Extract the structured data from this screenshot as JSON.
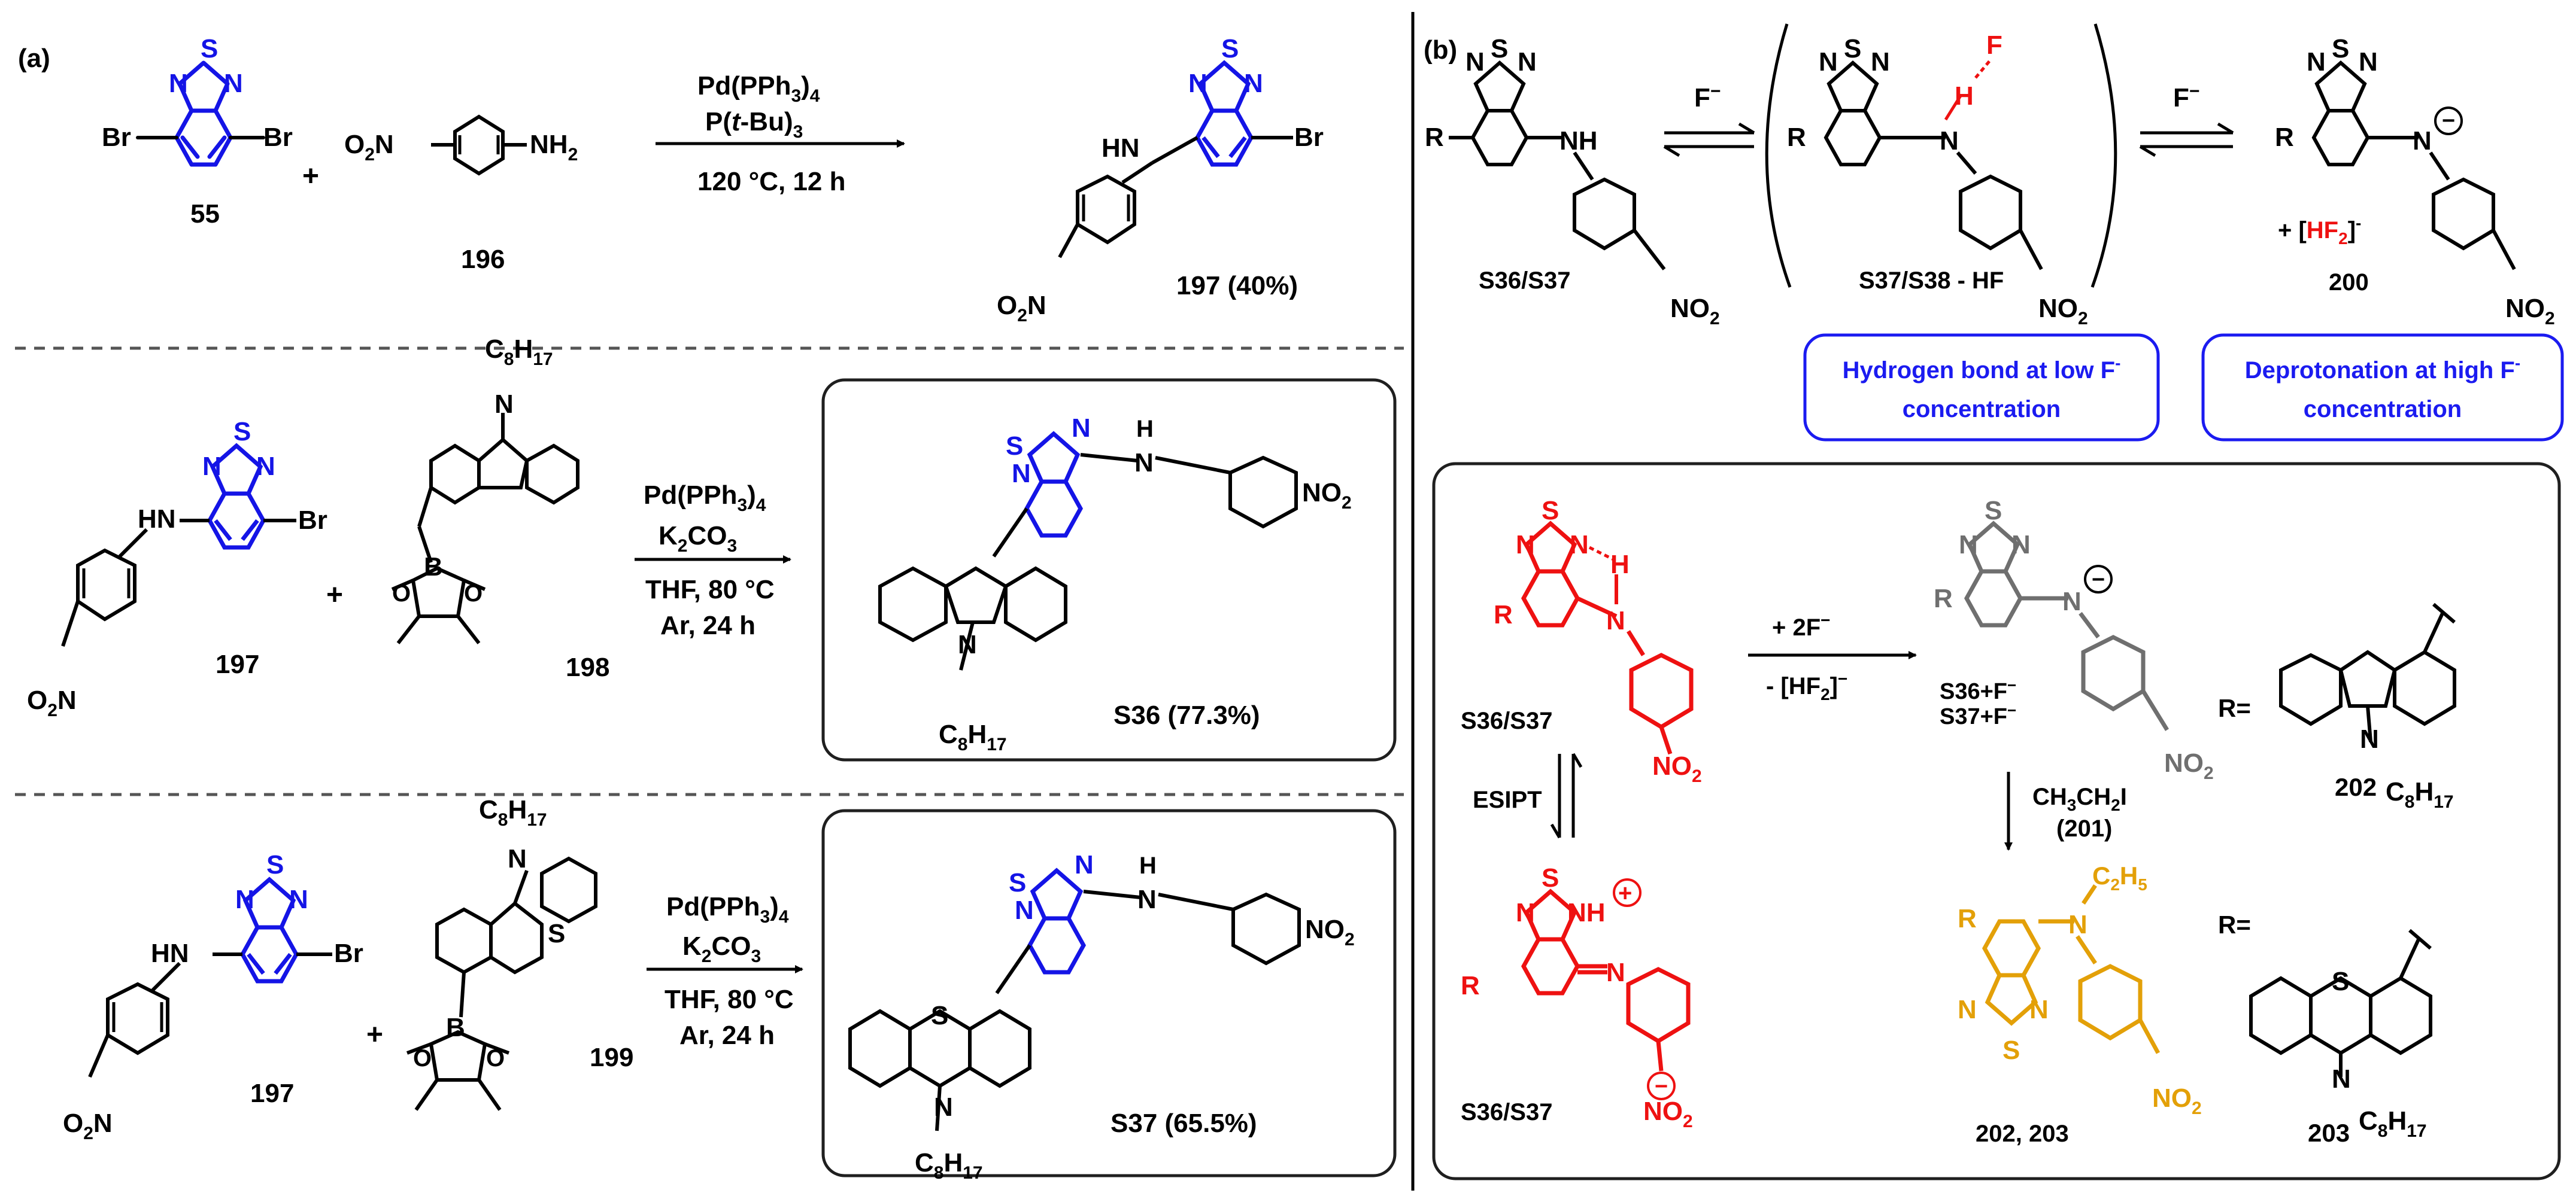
{
  "colors": {
    "black": "#000000",
    "blue": "#1414e6",
    "red": "#ee1111",
    "gray": "#6f6f6f",
    "gold": "#e3a008",
    "panel_border": "#1f1f1f",
    "callout_blue": "#1b1bf0"
  },
  "panel_a": {
    "label": "(a)",
    "reaction1": {
      "reagent_top_1": "Pd(PPh",
      "reagent_top_1_sub": "3",
      "reagent_top_1_tail": ")",
      "reagent_top_1_sub2": "4",
      "reagent_top_2_pre": "P(",
      "reagent_top_2_it": "t",
      "reagent_top_2_post": "-Bu)",
      "reagent_top_2_sub": "3",
      "conditions": "120 °C, 12 h",
      "plus": "+",
      "br": "Br",
      "no2_o": "O",
      "no2_sub": "2",
      "no2_n": "N",
      "nh": "NH",
      "nh_sub": "2",
      "hn": "HN",
      "N": "N",
      "S": "S",
      "c55": "55",
      "c196": "196",
      "c197": "197 (40%)"
    },
    "reaction2": {
      "reagent_1": "Pd(PPh",
      "reagent_1_sub": "3",
      "reagent_1_tail": ")",
      "reagent_1_sub2": "4",
      "reagent_2": "K",
      "reagent_2_sub": "2",
      "reagent_2_tail": "CO",
      "reagent_2_sub2": "3",
      "reagent_3": "THF, 80 °C",
      "reagent_4": "Ar, 24 h",
      "c197": "197",
      "c198": "198",
      "product": "S36 (77.3%)",
      "c8h17_c": "C",
      "c8h17_8": "8",
      "c8h17_h": "H",
      "c8h17_17": "17",
      "B": "B",
      "O": "O",
      "H": "H",
      "no2": "NO",
      "no2_sub": "2"
    },
    "reaction3": {
      "c197": "197",
      "c199": "199",
      "product": "S37 (65.5%)",
      "S": "S"
    }
  },
  "panel_b": {
    "label": "(b)",
    "top": {
      "fluoride": "F",
      "fluoride_sup": "−",
      "R": "R",
      "F_red": "F",
      "H_red": "H",
      "s36s37": "S36/S37",
      "s37s38": "S37/S38 - HF",
      "hf2_plus": "+ [",
      "hf2_h": "HF",
      "hf2_sub": "2",
      "hf2_close": "]",
      "hf2_sup": "-",
      "c200": "200",
      "callout1_line1": "Hydrogen bond at low F",
      "callout1_line1_sup": "-",
      "callout1_line2": "concentration",
      "callout2_line1": "Deprotonation at high F",
      "callout2_line1_sup": "-",
      "callout2_line2": "concentration"
    },
    "bottom": {
      "step1_top": "+ 2F",
      "step1_top_sup": "−",
      "step1_bottom": "- [HF",
      "step1_bottom_sub": "2",
      "step1_bottom_tail": "]",
      "step1_bottom_sup": "−",
      "s36f": "S36+F",
      "s37f": "S37+F",
      "s_sup": "−",
      "R_eq": "R=",
      "c202": "202",
      "c203": "203",
      "etI": "CH",
      "etI_3": "3",
      "etI_ch": "CH",
      "etI_2": "2",
      "etI_i": "I",
      "etI_num": "(201)",
      "esipt": "ESIPT",
      "s36s37_a": "S36/S37",
      "s36s37_b": "S36/S37",
      "c202_203": "202, 203",
      "c2h5_c": "C",
      "c2h5_2": "2",
      "c2h5_h": "H",
      "c2h5_5": "5",
      "NH": "NH",
      "plus_charge": "+",
      "minus_charge": "−"
    }
  }
}
